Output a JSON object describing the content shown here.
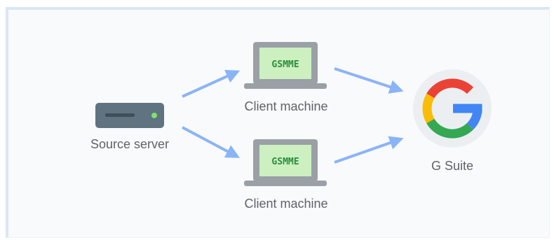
{
  "diagram": {
    "nodes": {
      "source_server": {
        "label": "Source server",
        "icon": "server-icon"
      },
      "client_top": {
        "label": "Client machine",
        "screen_text": "GSMME",
        "icon": "laptop-icon"
      },
      "client_bottom": {
        "label": "Client machine",
        "screen_text": "GSMME",
        "icon": "laptop-icon"
      },
      "gsuite": {
        "label": "G Suite",
        "icon": "google-g-logo-icon"
      }
    },
    "edges": [
      {
        "from": "source_server",
        "to": "client_top"
      },
      {
        "from": "source_server",
        "to": "client_bottom"
      },
      {
        "from": "client_top",
        "to": "gsuite"
      },
      {
        "from": "client_bottom",
        "to": "gsuite"
      }
    ],
    "colors": {
      "arrow": "#8ab4f8",
      "server_body": "#5f7380",
      "server_led": "#7ee16e",
      "laptop_body": "#9aa0a6",
      "laptop_screen": "#ccf0c0",
      "screen_text": "#2a8c3c",
      "logo_circle": "#eceff1",
      "google_blue": "#4285f4",
      "google_red": "#ea4335",
      "google_yellow": "#fbbc05",
      "google_green": "#34a853"
    }
  }
}
